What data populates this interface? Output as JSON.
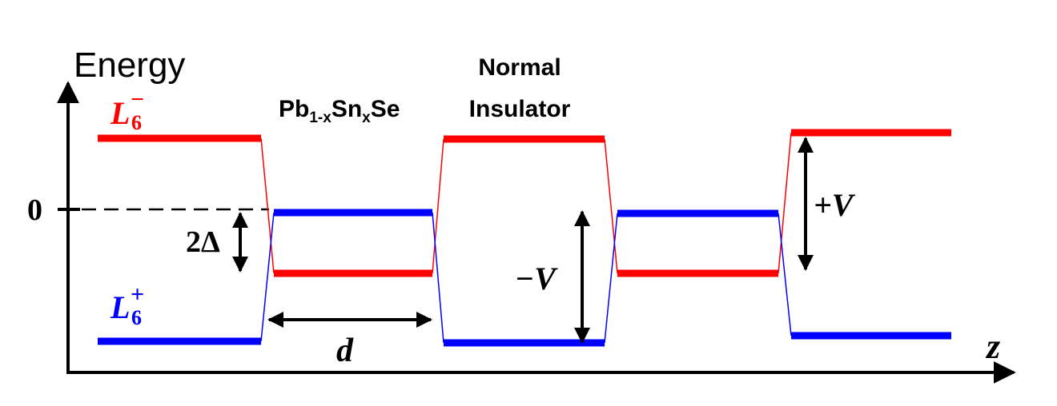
{
  "labels": {
    "energy_axis": "Energy",
    "z_axis": "z",
    "zero": "0",
    "l6_minus_base": "L",
    "l6_minus_sub": "6",
    "l6_minus_sup": "−",
    "l6_plus_base": "L",
    "l6_plus_sub": "6",
    "l6_plus_sup": "+",
    "material_pb": "Pb",
    "material_sub1": "1-x",
    "material_sn": "Sn",
    "material_sub2": "x",
    "material_se": "Se",
    "normal": "Normal",
    "insulator": "Insulator",
    "gap": "2Δ",
    "width": "d",
    "minus_v": "−V",
    "plus_v": "+V"
  },
  "colors": {
    "conduction": "#ff0000",
    "valence": "#0000ff",
    "axis": "#000000"
  }
}
